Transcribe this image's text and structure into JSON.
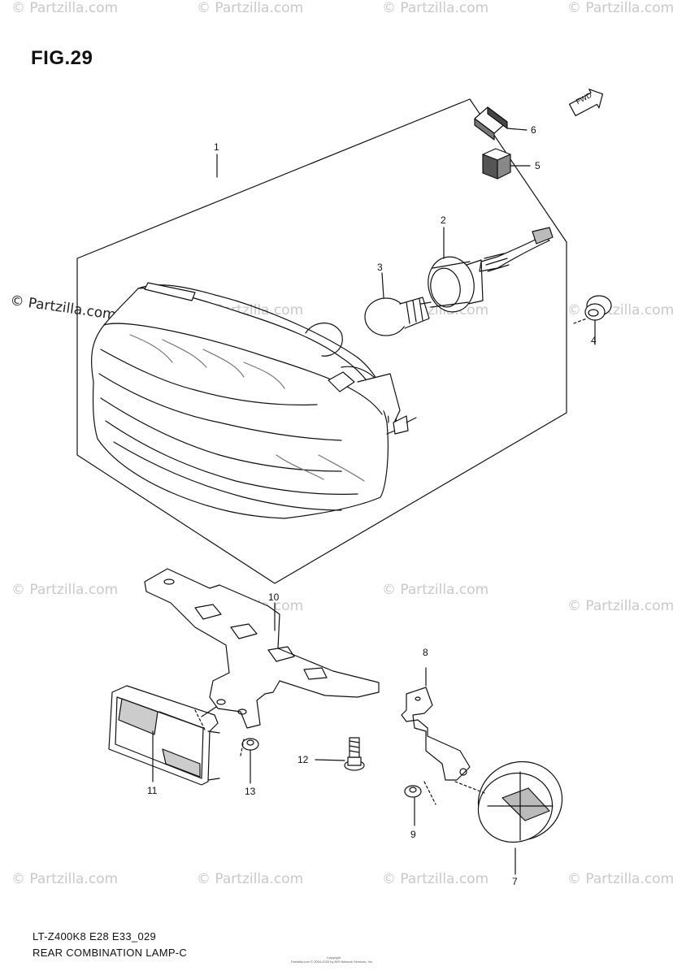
{
  "watermark": "© Partzilla.com",
  "watermark_side": "© Partzilla.com",
  "figure_title": "FIG.29",
  "fwd_label": "FWD",
  "callouts": {
    "c1": "1",
    "c2": "2",
    "c3": "3",
    "c4": "4",
    "c5": "5",
    "c6": "6",
    "c7": "7",
    "c8": "8",
    "c9": "9",
    "c10": "10",
    "c11": "11",
    "c12": "12",
    "c13": "13"
  },
  "footer": {
    "code": "LT-Z400K8 E28 E33_029",
    "name": "REAR COMBINATION LAMP-C"
  },
  "copyright_line1": "Copyright",
  "copyright_line2": "Partzilla.com © 2004-2020 by ARI Network Services, Inc."
}
